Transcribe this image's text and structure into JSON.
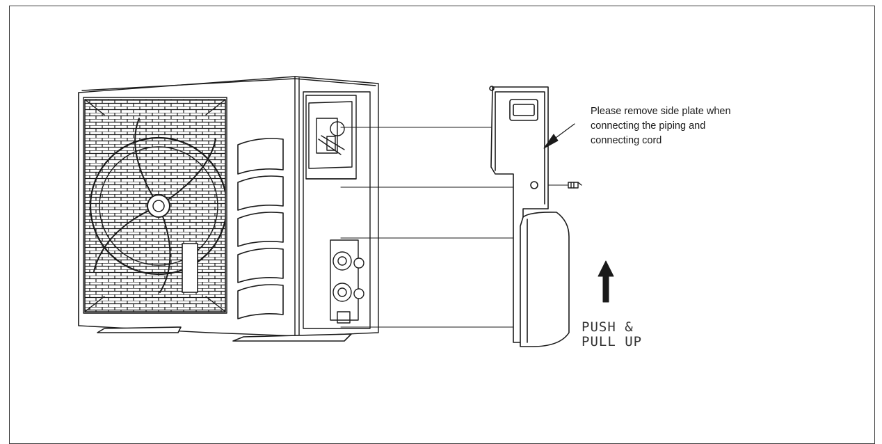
{
  "instruction": {
    "line1": "Please remove side plate when",
    "line2": "connecting the piping and",
    "line3": "connecting cord"
  },
  "push_label": {
    "line1": "PUSH &",
    "line2": "PULL UP"
  },
  "colors": {
    "stroke": "#1a1a1a",
    "frame": "#3a3a3a",
    "background": "#ffffff"
  },
  "icons": {
    "arrow_up": "arrow-up-icon",
    "pointer": "pointer-arrow-icon",
    "screw": "screw-icon"
  }
}
